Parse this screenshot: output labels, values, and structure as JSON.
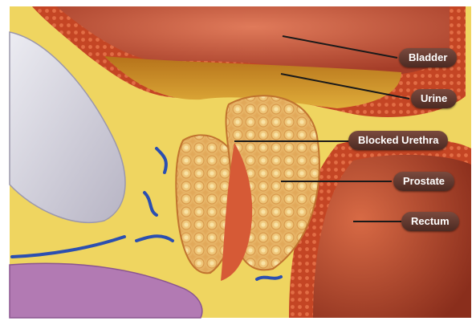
{
  "image": {
    "subject": "anatomical cross-section illustration",
    "frame_color": "#ffffff"
  },
  "colors": {
    "bladder": "#c7593f",
    "urine": "#d49a2a",
    "prostate": "#f0c773",
    "rectum": "#b84a2e",
    "fat": "#eed257",
    "bone": "#d8d6df",
    "vessels": "#2b4fb0",
    "muscle_purple": "#b27ab3",
    "label_bg": "#5a3328",
    "label_text": "#ffffff",
    "leader_line": "#1a1a1a"
  },
  "labels": [
    {
      "key": "bladder",
      "text": "Bladder"
    },
    {
      "key": "urine",
      "text": "Urine"
    },
    {
      "key": "blocked_urethra",
      "text": "Blocked Urethra"
    },
    {
      "key": "prostate",
      "text": "Prostate"
    },
    {
      "key": "rectum",
      "text": "Rectum"
    }
  ]
}
